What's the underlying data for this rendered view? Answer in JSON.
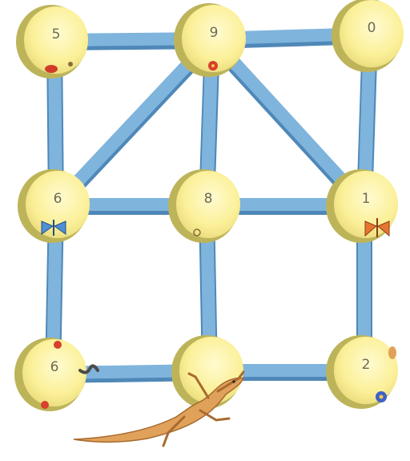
{
  "diagram": {
    "nodes": [
      {
        "id": "top-left",
        "number": "5"
      },
      {
        "id": "top-middle",
        "number": "9"
      },
      {
        "id": "top-right",
        "number": "0"
      },
      {
        "id": "middle-left",
        "number": "6"
      },
      {
        "id": "center",
        "number": "8"
      },
      {
        "id": "middle-right",
        "number": "1"
      },
      {
        "id": "bottom-left",
        "number": "6"
      },
      {
        "id": "bottom-middle",
        "number": ""
      },
      {
        "id": "bottom-right",
        "number": "2"
      }
    ],
    "edges": [
      [
        "top-left",
        "top-middle"
      ],
      [
        "top-middle",
        "top-right"
      ],
      [
        "top-left",
        "middle-left"
      ],
      [
        "top-middle",
        "middle-left"
      ],
      [
        "top-middle",
        "center"
      ],
      [
        "top-middle",
        "middle-right"
      ],
      [
        "top-right",
        "middle-right"
      ],
      [
        "middle-left",
        "center"
      ],
      [
        "center",
        "middle-right"
      ],
      [
        "middle-left",
        "bottom-left"
      ],
      [
        "center",
        "bottom-middle"
      ],
      [
        "middle-right",
        "bottom-right"
      ],
      [
        "bottom-left",
        "bottom-middle"
      ],
      [
        "bottom-middle",
        "bottom-right"
      ]
    ],
    "colors": {
      "edge": "#7fb4dd",
      "edge_shadow": "#4f88b8",
      "node_fill": "#fbf3a0",
      "node_rim": "#bdb45a",
      "lizard": "#e0a15a"
    },
    "decorations": [
      "ladybug",
      "red-flower",
      "blue-butterfly",
      "orange-butterfly",
      "small-snail",
      "caterpillar",
      "blue-flower",
      "lizard"
    ]
  }
}
